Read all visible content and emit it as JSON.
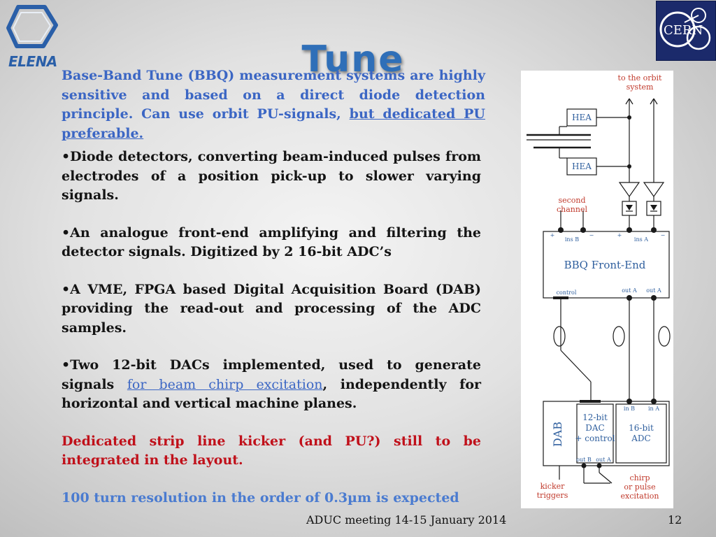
{
  "slide": {
    "title": "Tune",
    "intro_main": "Base-Band Tune (BBQ) measurement systems are highly sensitive and based on a direct diode detection principle. Can use orbit PU-signals, ",
    "intro_link": "but dedicated PU preferable.",
    "bullets": {
      "b1": "•Diode detectors, converting beam-induced pulses from electrodes of a position pick-up to slower varying signals.",
      "b2": "•An analogue front-end amplifying and filtering the detector signals. Digitized by 2 16-bit ADC’s",
      "b3": "•A VME, FPGA based Digital Acquisition Board (DAB) providing the read-out and processing of the ADC samples.",
      "b4_pre": "•Two 12-bit DACs implemented, used to generate signals ",
      "b4_link": "for beam chirp excitation",
      "b4_post": ", independently for horizontal and vertical machine planes."
    },
    "red_note": "Dedicated strip line kicker (and PU?) still to be integrated in the layout.",
    "blue_note": "100 turn resolution in the order of 0.3µm is expected",
    "footer": "ADUC meeting 14-15 January 2014",
    "page_number": "12"
  },
  "logos": {
    "elena": "ELENA",
    "cern": "CERN"
  },
  "diagram": {
    "orbit_label_1": "to the orbit",
    "orbit_label_2": "system",
    "hea_top": "HEA",
    "hea_bottom": "HEA",
    "second_channel_1": "second",
    "second_channel_2": "channel",
    "ins_b": "ins B",
    "ins_a": "ins A",
    "plus_left": "+",
    "minus_left": "−",
    "plus_right": "+",
    "minus_right": "−",
    "frontend": "BBQ Front-End",
    "control": "control",
    "out_a_1": "out A",
    "out_a_2": "out A",
    "dab": "DAB",
    "dac_1": "12-bit",
    "dac_2": "DAC",
    "dac_3": "+ control",
    "adc_1": "16-bit",
    "adc_2": "ADC",
    "in_b": "in B",
    "in_a": "in A",
    "out_b": "out B",
    "out_a_dab": "out A",
    "kicker_1": "kicker",
    "kicker_2": "triggers",
    "chirp_1": "chirp",
    "chirp_2": "or pulse",
    "chirp_3": "excitation"
  },
  "colors": {
    "title": "#2f6fb8",
    "intro_text": "#3b66c4",
    "red_note": "#c0101a",
    "diagram_line": "#7aa0c8",
    "diagram_label": "#c0392b",
    "diagram_box_text": "#2f5f9e"
  }
}
